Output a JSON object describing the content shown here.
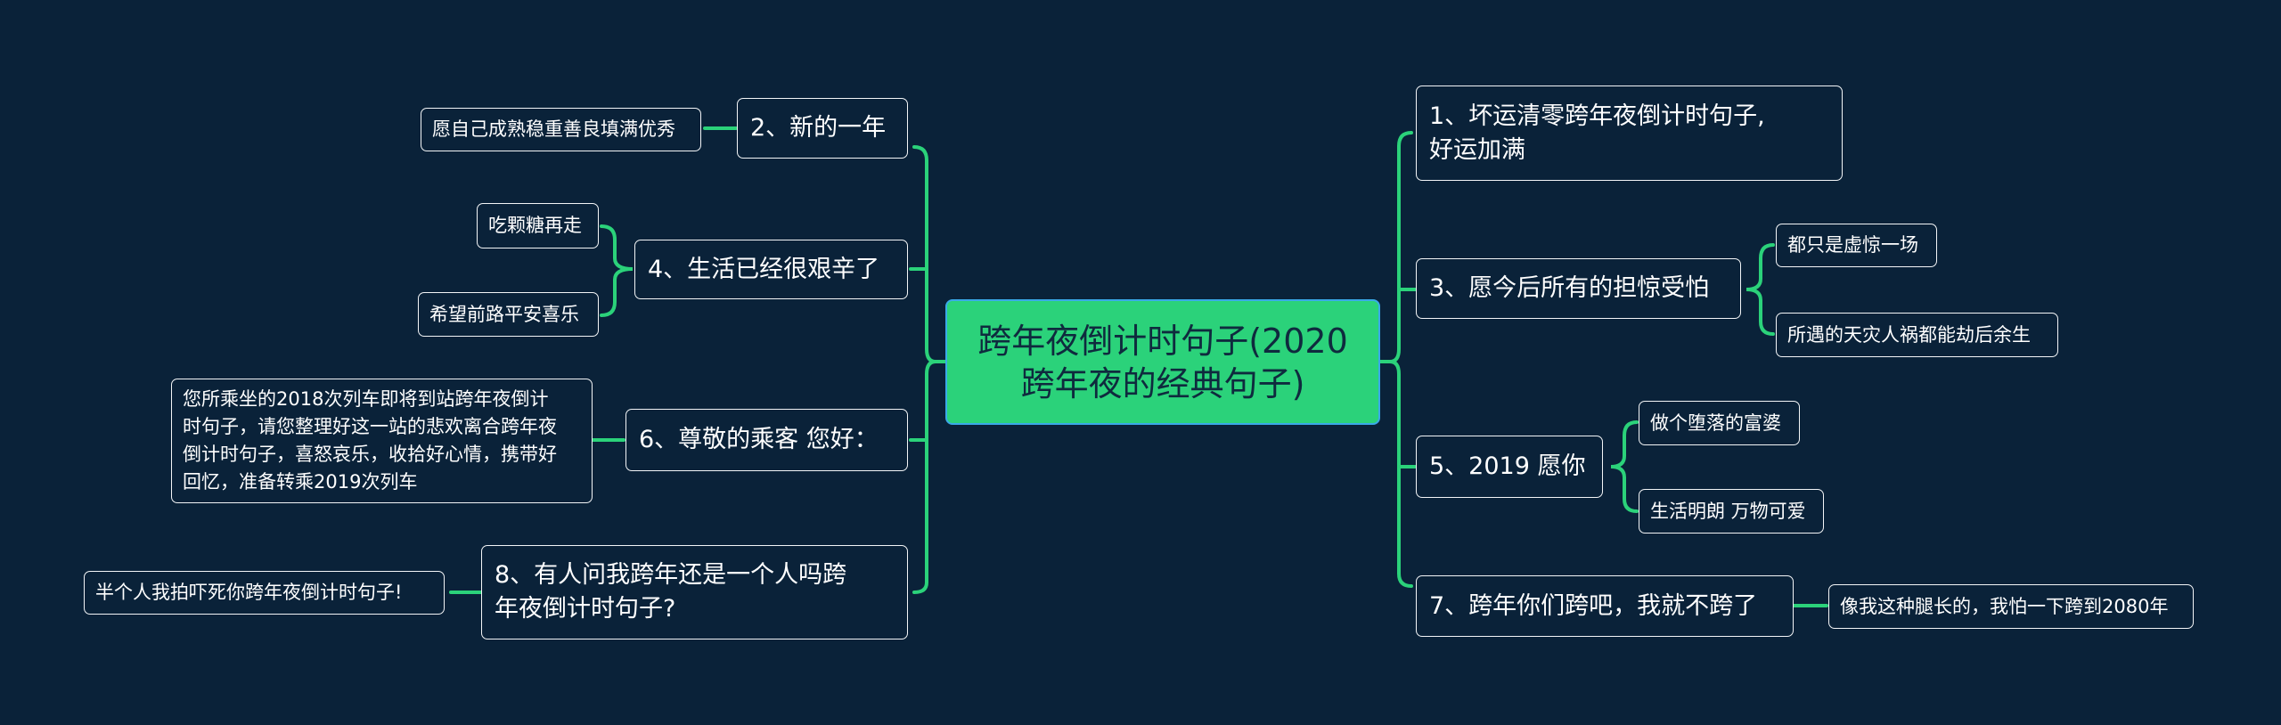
{
  "root": {
    "title": "跨年夜倒计时句子(2020\n跨年夜的经典句子)"
  },
  "left": [
    {
      "label": "2、新的一年",
      "leaves": [
        "愿自己成熟稳重善良填满优秀"
      ]
    },
    {
      "label": "4、生活已经很艰辛了",
      "leaves": [
        "吃颗糖再走",
        "希望前路平安喜乐"
      ]
    },
    {
      "label": "6、尊敬的乘客 您好：",
      "leaves": [
        "您所乘坐的2018次列车即将到站跨年夜倒计\n时句子，请您整理好这一站的悲欢离合跨年夜\n倒计时句子，喜怒哀乐，收拾好心情，携带好\n回忆，准备转乘2019次列车"
      ]
    },
    {
      "label": "8、有人问我跨年还是一个人吗跨\n年夜倒计时句子?",
      "leaves": [
        "半个人我拍吓死你跨年夜倒计时句子!"
      ]
    }
  ],
  "right": [
    {
      "label": "1、坏运清零跨年夜倒计时句子,\n好运加满",
      "leaves": []
    },
    {
      "label": "3、愿今后所有的担惊受怕",
      "leaves": [
        "都只是虚惊一场",
        "所遇的天灾人祸都能劫后余生"
      ]
    },
    {
      "label": "5、2019 愿你",
      "leaves": [
        "做个堕落的富婆",
        "生活明朗 万物可爱"
      ]
    },
    {
      "label": "7、跨年你们跨吧，我就不跨了",
      "leaves": [
        "像我这种腿长的，我怕一下跨到2080年"
      ]
    }
  ],
  "colors": {
    "background": "#0a2239",
    "root_fill": "#2bd27a",
    "root_border": "#3aa9e8",
    "connector": "#2bd27a",
    "node_border": "#f3f5f7",
    "text": "#ffffff"
  }
}
